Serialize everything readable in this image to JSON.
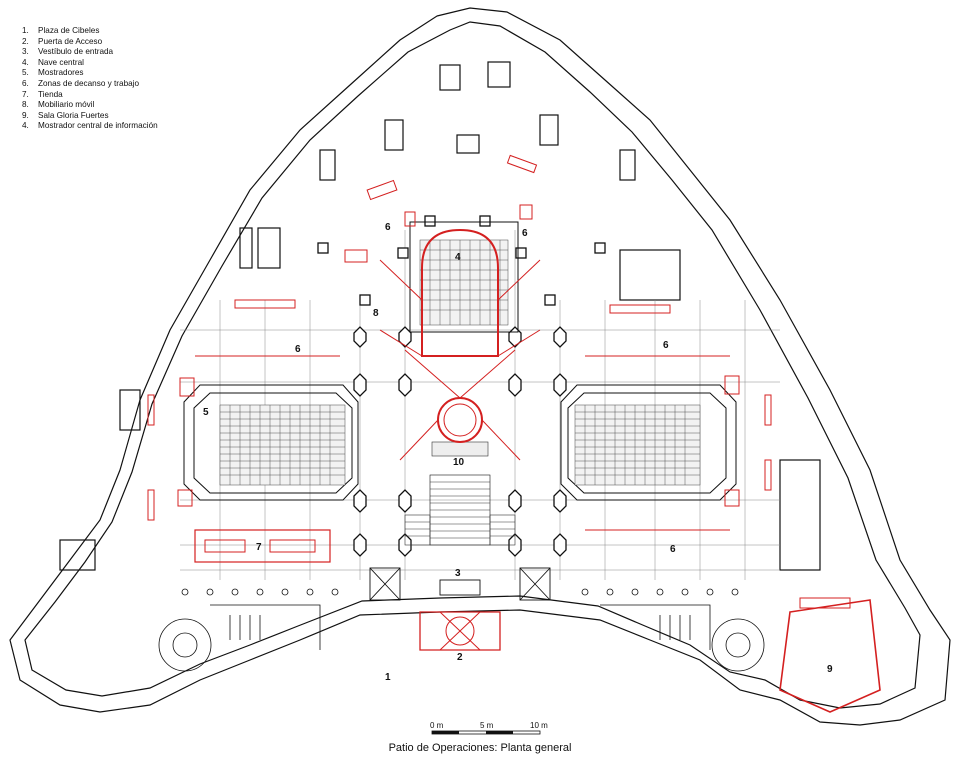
{
  "legend": [
    {
      "num": "1.",
      "label": "Plaza de Cibeles"
    },
    {
      "num": "2.",
      "label": "Puerta de Acceso"
    },
    {
      "num": "3.",
      "label": "Vestíbulo de entrada"
    },
    {
      "num": "4.",
      "label": "Nave central"
    },
    {
      "num": "5.",
      "label": "Mostradores"
    },
    {
      "num": "6.",
      "label": "Zonas de decanso y trabajo"
    },
    {
      "num": "7.",
      "label": "Tienda"
    },
    {
      "num": "8.",
      "label": "Mobiliario móvil"
    },
    {
      "num": "9.",
      "label": "Sala Gloria Fuertes"
    },
    {
      "num": "4.",
      "label": "Mostrador central de información"
    }
  ],
  "plan_labels": {
    "l1": "1",
    "l2": "2",
    "l3": "3",
    "l4": "4",
    "l5": "5",
    "l6a": "6",
    "l6b": "6",
    "l6c": "6",
    "l6d": "6",
    "l6e": "6",
    "l7": "7",
    "l8": "8",
    "l9": "9",
    "l10": "10"
  },
  "scale": {
    "s0": "0 m",
    "s5": "5 m",
    "s10": "10 m"
  },
  "caption": "Patio de Operaciones: Planta general",
  "colors": {
    "wall": "#111111",
    "accent": "#d42020",
    "grid": "#888888"
  }
}
